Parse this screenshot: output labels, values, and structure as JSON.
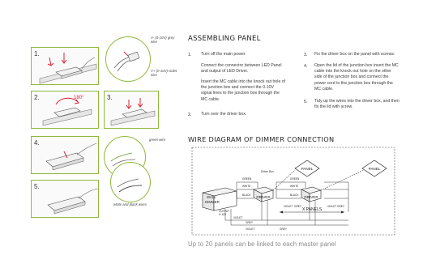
{
  "left_panel": {
    "steps": [
      {
        "label": "1.",
        "wire_note_top": "V- (0-10V) grey wire",
        "wire_note_bottom": "V+ (0-10V) violet wire"
      },
      {
        "label": "2.",
        "angle": "180°"
      },
      {
        "label": "3."
      },
      {
        "label": "4.",
        "wire_note": "green wire"
      },
      {
        "label": "5.",
        "wire_note": "white and black wires"
      }
    ]
  },
  "assembling": {
    "title": "ASSEMBLING PANEL",
    "left_items": [
      {
        "num": "1.",
        "lines": [
          "Turn off the main power."
        ]
      },
      {
        "num": "",
        "lines": [
          "Connect the connector between LED Panel",
          "and output of LED Driver."
        ]
      },
      {
        "num": "",
        "lines": [
          "Insert the MC cable into the knock out hole of",
          "the junction box and connect the 0-10V",
          "signal lines to the junction box through the",
          "MC cable."
        ]
      },
      {
        "num": "2.",
        "lines": [
          "Turn over the driver box."
        ]
      }
    ],
    "right_items": [
      {
        "num": "3.",
        "lines": [
          "Fix the driver box on the panel with screws."
        ]
      },
      {
        "num": "4.",
        "lines": [
          "Open the lid of the junction box insert the MC",
          "cable into the knock out hole on the other",
          "side of the junction box and connect the",
          "power cord to the junction box through the",
          "MC cable."
        ]
      },
      {
        "num": "5.",
        "lines": [
          "Tidy up the wires into the driver box, and then",
          "fix the lid with screw."
        ]
      }
    ]
  },
  "wire_diagram": {
    "title": "WIRE DIAGRAM OF DIMMER CONNECTION",
    "panel1": "PANEL",
    "panel2": "PANEL",
    "driver1": "DRIVER",
    "driver2": "DRIVER",
    "driver_box": "Driver Box",
    "wall_dimmer_l1": "WALL",
    "wall_dimmer_l2": "DIMMER",
    "output_l1": "OUTPUT",
    "output_l2": "0~10V",
    "green": "GREEN",
    "white": "WHITE",
    "black": "BLACK",
    "violet": "VIOLET",
    "grey": "GREY",
    "x_panels": "X PANELS",
    "caption": "Up to 20 panels can be linked to each master panel"
  }
}
